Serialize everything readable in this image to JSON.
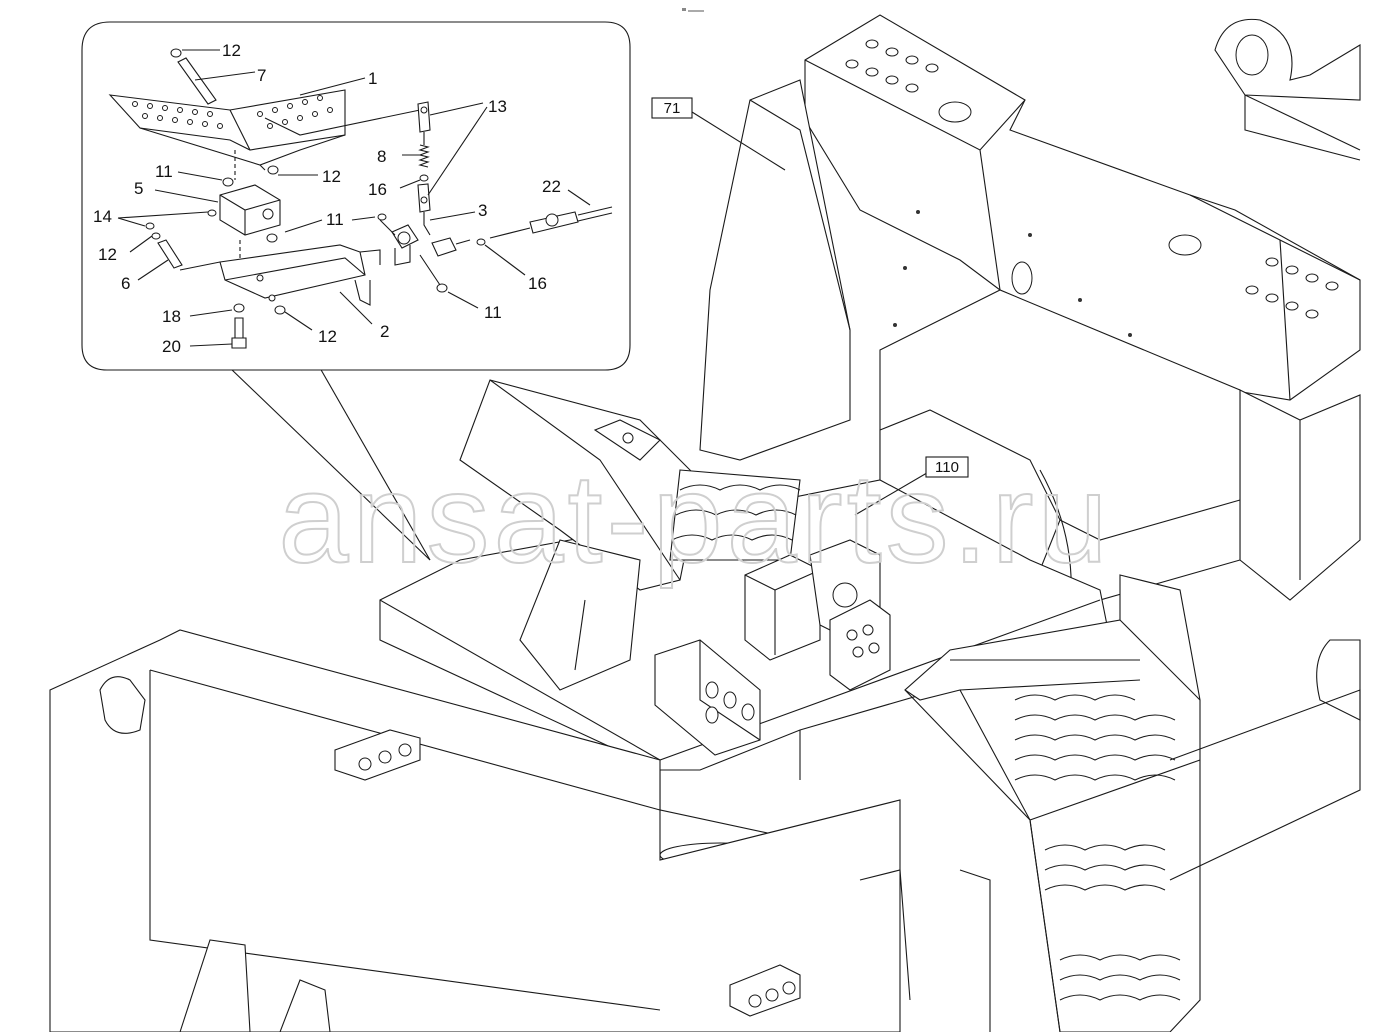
{
  "watermark": "ansat-parts.ru",
  "callouts": {
    "c12a": "12",
    "c7": "7",
    "c1": "1",
    "c13": "13",
    "c8": "8",
    "c12b": "12",
    "c11a": "11",
    "c5": "5",
    "c16a": "16",
    "c22": "22",
    "c14": "14",
    "c11b": "11",
    "c3": "3",
    "c12c": "12",
    "c6": "6",
    "c16b": "16",
    "c11c": "11",
    "c18": "18",
    "c12d": "12",
    "c2": "2",
    "c20": "20"
  },
  "tags": {
    "t71": "71",
    "t110": "110"
  }
}
